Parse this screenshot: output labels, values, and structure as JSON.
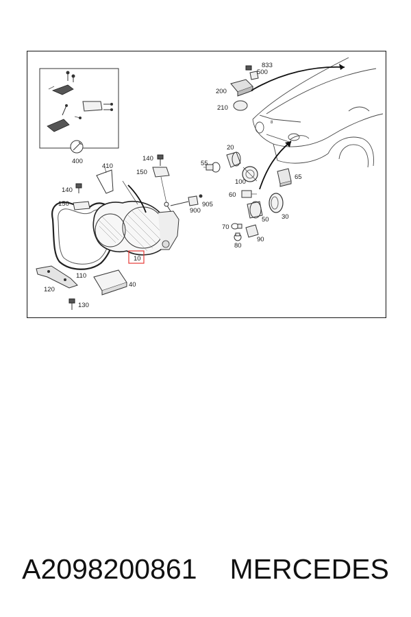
{
  "diagram": {
    "callouts": {
      "c400": "400",
      "c410": "410",
      "c140a": "140",
      "c150a": "150",
      "c140b": "140",
      "c150b": "150",
      "c10": "10",
      "c110": "110",
      "c120": "120",
      "c130": "130",
      "c40": "40",
      "c55": "55",
      "c20": "20",
      "c100": "100",
      "c60": "60",
      "c900": "900",
      "c905": "905",
      "c70": "70",
      "c80": "80",
      "c90": "90",
      "c50": "50",
      "c30": "30",
      "c65": "65",
      "c833": "833",
      "c500": "500",
      "c200": "200",
      "c210": "210",
      "c8": "8"
    },
    "highlight_color": "#e53935"
  },
  "caption": {
    "part_number": "A2098200861",
    "brand": "MERCEDES"
  }
}
